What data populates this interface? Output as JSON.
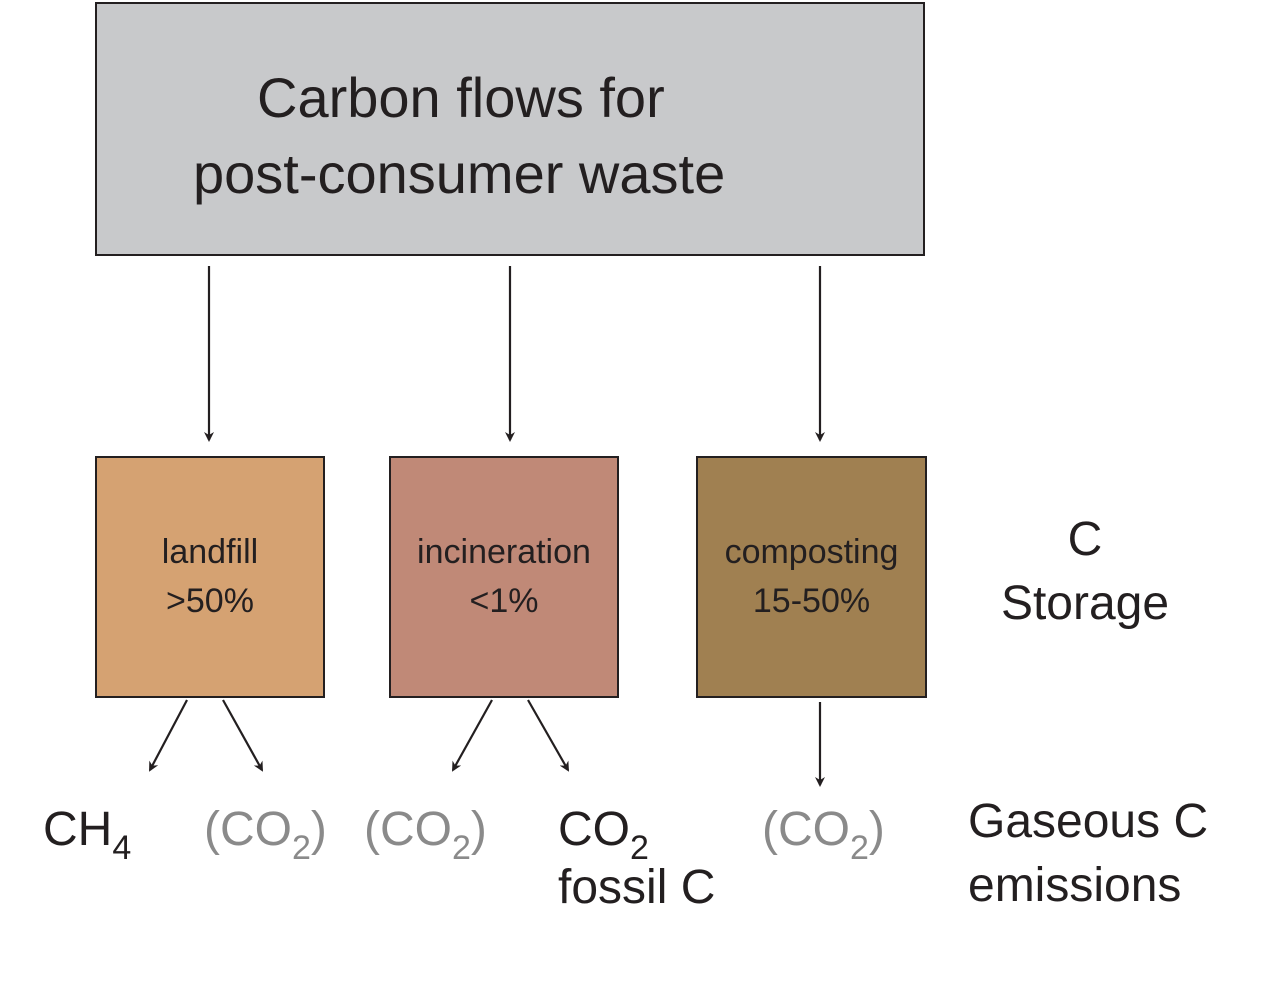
{
  "title": {
    "line1": "Carbon flows for",
    "line2": "post-consumer waste"
  },
  "boxes": [
    {
      "name": "landfill",
      "percent": ">50%",
      "color": "#d5a272"
    },
    {
      "name": "incineration",
      "percent": "<1%",
      "color": "#c08977"
    },
    {
      "name": "composting",
      "percent": "15-50%",
      "color": "#a08051"
    }
  ],
  "storage_label": {
    "line1": "C",
    "line2": "Storage"
  },
  "gaseous_label": {
    "line1": "Gaseous C",
    "line2": "emissions"
  },
  "emissions": {
    "landfill_ch4": {
      "base": "CH",
      "sub": "4"
    },
    "landfill_co2": {
      "open": "(CO",
      "sub": "2",
      "close": ")"
    },
    "incin_co2": {
      "open": "(CO",
      "sub": "2",
      "close": ")"
    },
    "incin_fossil": {
      "base": "CO",
      "sub": "2",
      "note": "fossil C"
    },
    "compost_co2": {
      "open": "(CO",
      "sub": "2",
      "close": ")"
    }
  },
  "colors": {
    "title_fill": "#c8c9cb",
    "outline": "#231f20",
    "grey_text": "#8a8a8a"
  }
}
